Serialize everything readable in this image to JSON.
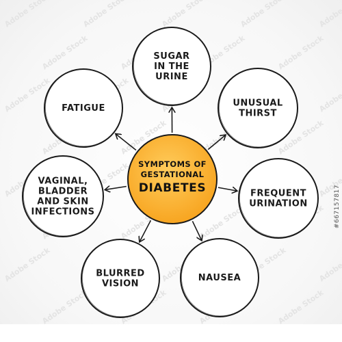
{
  "center": {
    "line1": "SYMPTOMS OF",
    "line2": "GESTATIONAL",
    "line3": "DIABETES",
    "color": "#f7a21c",
    "color_light": "#ffcc5c"
  },
  "nodes": [
    {
      "id": "sugar",
      "lines": [
        "SUGAR",
        "IN THE",
        "URINE"
      ]
    },
    {
      "id": "thirst",
      "lines": [
        "UNUSUAL",
        "THIRST"
      ]
    },
    {
      "id": "urination",
      "lines": [
        "FREQUENT",
        "URINATION"
      ]
    },
    {
      "id": "nausea",
      "lines": [
        "NAUSEA"
      ]
    },
    {
      "id": "vision",
      "lines": [
        "BLURRED",
        "VISION"
      ]
    },
    {
      "id": "infections",
      "lines": [
        "VAGINAL,",
        "BLADDER",
        "AND SKIN",
        "INFECTIONS"
      ]
    },
    {
      "id": "fatigue",
      "lines": [
        "FATIGUE"
      ]
    }
  ],
  "watermark": {
    "brand": "Adobe Stock",
    "id": "#667157817"
  }
}
